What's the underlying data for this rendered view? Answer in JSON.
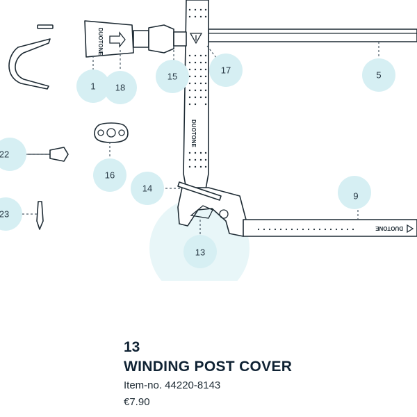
{
  "diagram": {
    "brand_text": "DUOTONE",
    "callouts": [
      "1",
      "18",
      "15",
      "17",
      "5",
      "22",
      "16",
      "14",
      "9",
      "23",
      "13"
    ],
    "highlight_color": "#d6eff3",
    "selected_callout": "13"
  },
  "product": {
    "number": "13",
    "name": "WINDING POST COVER",
    "item_no": "Item-no. 44220-8143",
    "price": "€7.90"
  }
}
